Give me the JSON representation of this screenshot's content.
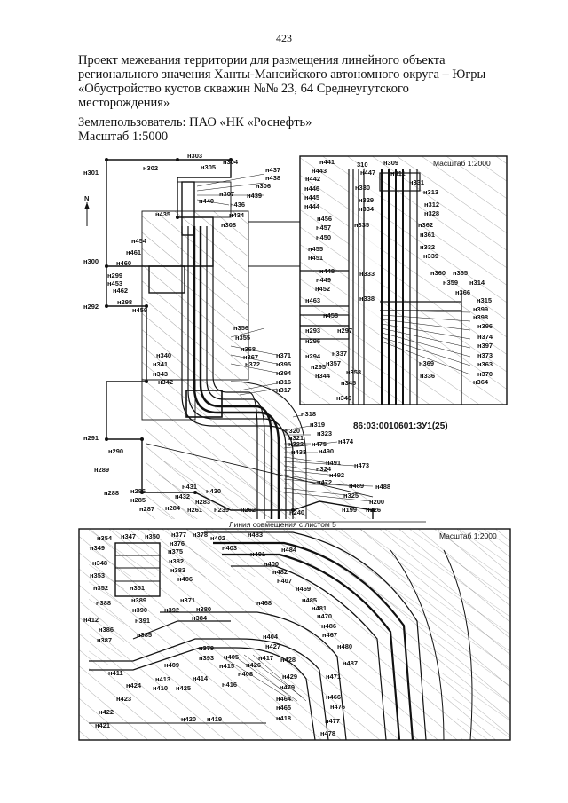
{
  "page_number": "423",
  "header": {
    "title_lines": [
      "Проект межевания территории для размещения линейного объекта",
      "регионального значения Ханты-Мансийского автономного округа – Югры",
      "«Обустройство кустов скважин №№ 23, 64 Среднеугутского",
      "месторождения»"
    ],
    "landowner": "Землепользователь: ПАО «НК «Роснефть»",
    "scale": "Масштаб 1:5000"
  },
  "main_map": {
    "north_label": "N",
    "parcel_label": "86:03:0010601:ЗУ1(25)",
    "junction_label": "Линия совмещения с листом 5",
    "points": [
      "н301",
      "н302",
      "н303",
      "н305",
      "н304",
      "н437",
      "н438",
      "н306",
      "н307",
      "н439",
      "н440",
      "н436",
      "н435",
      "н434",
      "н308",
      "н454",
      "н461",
      "н460",
      "н300",
      "н299",
      "н453",
      "н462",
      "н298",
      "н459",
      "н292",
      "н356",
      "н355",
      "н368",
      "н367",
      "н371",
      "н372",
      "н395",
      "н394",
      "н316",
      "н317",
      "н340",
      "н341",
      "н343",
      "н342",
      "н318",
      "н319",
      "н320",
      "н323",
      "н321",
      "н322",
      "н474",
      "н475",
      "н433",
      "н490",
      "н491",
      "н473",
      "н324",
      "н492",
      "н472",
      "н489",
      "н488",
      "н325",
      "н200",
      "н291",
      "н290",
      "н289",
      "н431",
      "н288",
      "н286",
      "н285",
      "н287",
      "н432",
      "н430",
      "н283",
      "н284",
      "н261",
      "н239",
      "н262",
      "н240",
      "н199",
      "н326"
    ]
  },
  "inset_top": {
    "scale": "Масштаб 1:2000",
    "points": [
      "н441",
      "н443",
      "н442",
      "н446",
      "н445",
      "н444",
      "н456",
      "н457",
      "н450",
      "н455",
      "н451",
      "н448",
      "н449",
      "н452",
      "н463",
      "н458",
      "310",
      "н447",
      "н309",
      "н311",
      "н330",
      "н331",
      "н313",
      "н329",
      "н334",
      "н312",
      "н328",
      "н335",
      "н362",
      "н361",
      "н332",
      "н339",
      "н333",
      "н338",
      "н360",
      "н365",
      "н359",
      "н314",
      "н366",
      "н315",
      "н399",
      "н398",
      "н396",
      "н374",
      "н397",
      "н373",
      "н363",
      "н370",
      "н364",
      "н293",
      "н296",
      "н297",
      "н294",
      "н337",
      "н295",
      "н357",
      "н358",
      "н344",
      "н345",
      "н346",
      "н369",
      "н336"
    ]
  },
  "inset_bottom": {
    "scale": "Масштаб 1:2000",
    "points": [
      "н354",
      "н347",
      "н350",
      "н377",
      "н378",
      "н376",
      "н402",
      "н483",
      "н349",
      "н375",
      "н403",
      "н401",
      "н484",
      "н348",
      "н382",
      "н400",
      "н353",
      "н383",
      "н482",
      "н406",
      "н407",
      "н352",
      "н351",
      "н469",
      "н388",
      "н389",
      "н371",
      "н468",
      "н485",
      "н390",
      "н392",
      "н380",
      "н481",
      "н412",
      "н391",
      "н384",
      "н470",
      "н386",
      "н385",
      "н486",
      "н387",
      "н404",
      "н467",
      "н379",
      "н427",
      "н480",
      "н393",
      "н405",
      "н417",
      "н428",
      "н409",
      "н415",
      "н426",
      "н487",
      "н411",
      "н408",
      "н429",
      "н471",
      "н413",
      "н414",
      "н416",
      "н424",
      "н410",
      "н425",
      "н479",
      "н423",
      "н464",
      "н466",
      "н465",
      "н476",
      "н422",
      "н420",
      "н419",
      "н418",
      "н477",
      "н421",
      "н478"
    ]
  }
}
